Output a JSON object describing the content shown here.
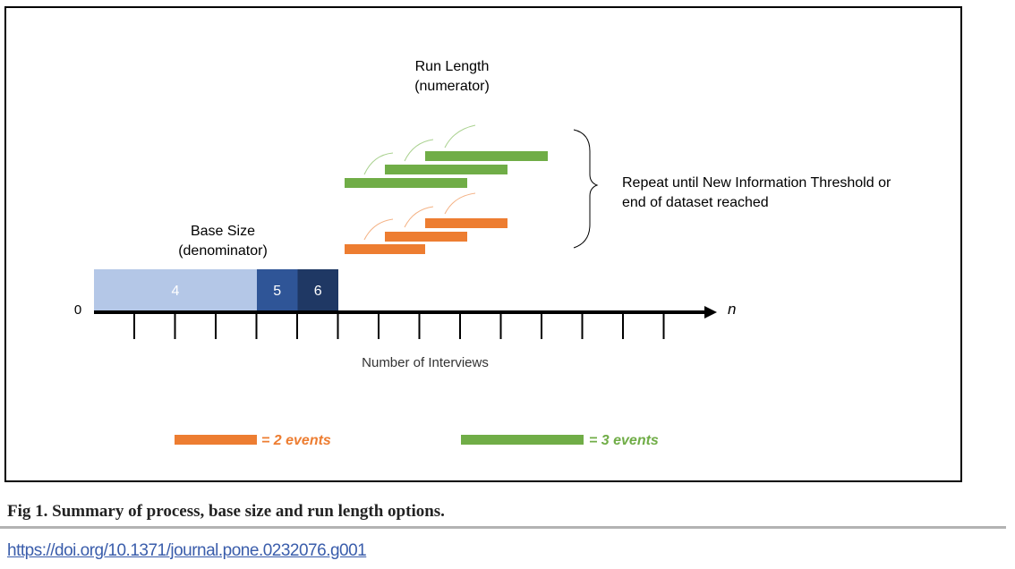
{
  "figure": {
    "run_length_title": "Run Length",
    "run_length_sub": "(numerator)",
    "base_size_title": "Base Size",
    "base_size_sub": "(denominator)",
    "repeat_line1": "Repeat until New Information Threshold or",
    "repeat_line2": "end of dataset reached",
    "origin_label": "0",
    "axis_end_label": "n",
    "axis_label": "Number of Interviews",
    "base_segments": [
      {
        "label": "4",
        "interviews": 4,
        "color": "#b4c7e7"
      },
      {
        "label": "5",
        "interviews": 1,
        "color": "#2f5597"
      },
      {
        "label": "6",
        "interviews": 1,
        "color": "#1f3864"
      }
    ],
    "legend": [
      {
        "label": "= 2 events",
        "color": "#ed7d31"
      },
      {
        "label": "= 3 events",
        "color": "#70ad47"
      }
    ],
    "colors": {
      "orange": "#ed7d31",
      "green": "#70ad47",
      "axis": "#000000"
    }
  },
  "caption": "Fig 1. Summary of process, base size and run length options.",
  "doi": "https://doi.org/10.1371/journal.pone.0232076.g001"
}
